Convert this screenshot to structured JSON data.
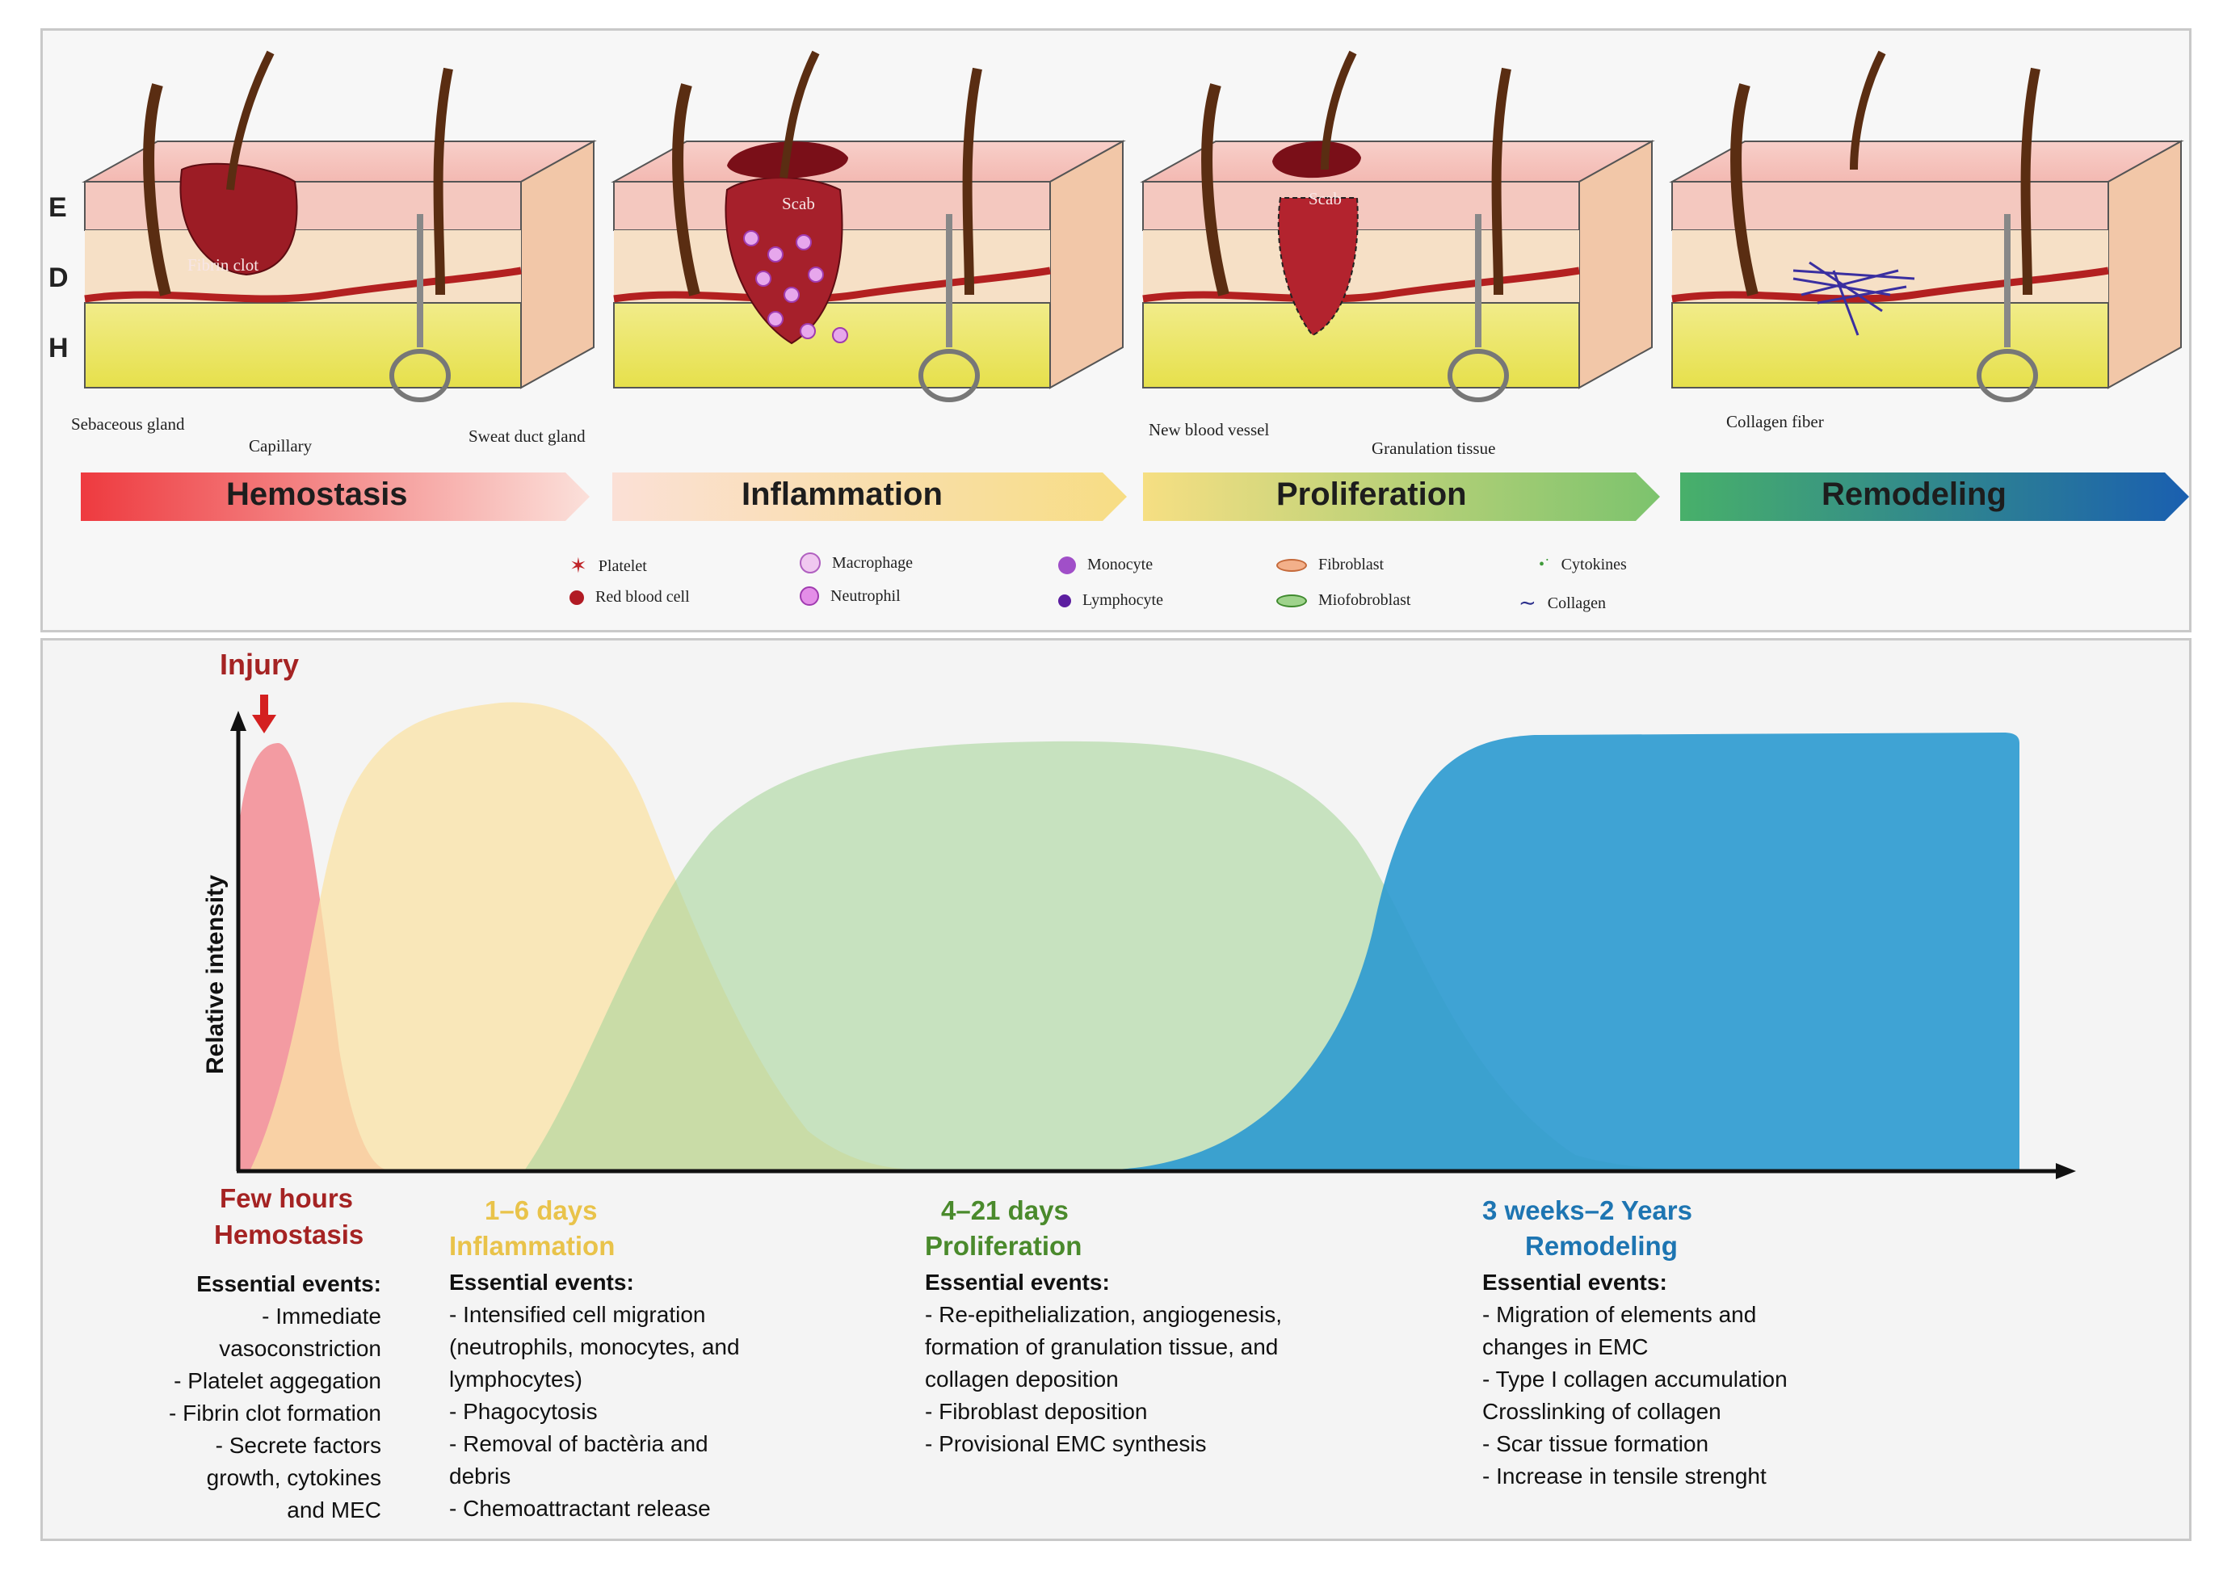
{
  "colors": {
    "hemostasis": "#f28b93",
    "inflammation": "#fbe3a6",
    "proliferation": "#a8d59b",
    "remodeling": "#2f9bd0",
    "injury": "#c0262a",
    "title_hemostasis": "#a52323",
    "title_inflammation": "#e9c34a",
    "title_proliferation": "#4a8a2c",
    "title_remodeling": "#1d75b2"
  },
  "top": {
    "layers": [
      "E",
      "D",
      "H"
    ],
    "scab_labels": [
      "Fibrin clot",
      "Scab",
      "Scab"
    ],
    "structure_labels": {
      "sebaceous": "Sebaceous gland",
      "capillary": "Capillary",
      "sweat": "Sweat duct gland",
      "new_vessel": "New blood vessel",
      "granulation": "Granulation tissue",
      "collagen_fiber": "Collagen fiber"
    },
    "phase_arrows": [
      "Hemostasis",
      "Inflammation",
      "Proliferation",
      "Remodeling"
    ]
  },
  "legend": [
    {
      "label": "Platelet",
      "icon": "platelet-icon"
    },
    {
      "label": "Red blood cell",
      "icon": "red-blood-cell-icon"
    },
    {
      "label": "Macrophage",
      "icon": "macrophage-icon"
    },
    {
      "label": "Neutrophil",
      "icon": "neutrophil-icon"
    },
    {
      "label": "Monocyte",
      "icon": "monocyte-icon"
    },
    {
      "label": "Lymphocyte",
      "icon": "lymphocyte-icon"
    },
    {
      "label": "Fibroblast",
      "icon": "fibroblast-icon"
    },
    {
      "label": "Miofobroblast",
      "icon": "myofibroblast-icon"
    },
    {
      "label": "Cytokines",
      "icon": "cytokines-icon"
    },
    {
      "label": "Collagen",
      "icon": "collagen-icon"
    }
  ],
  "graph": {
    "injury_label": "Injury",
    "y_label": "Relative intensity"
  },
  "phases": [
    {
      "time": "Few hours",
      "name": "Hemostasis",
      "events_title": "Essential events:",
      "events": [
        "- Immediate",
        "vasoconstriction",
        "- Platelet aggegation",
        "- Fibrin clot formation",
        "- Secrete factors",
        "growth, cytokines",
        "and MEC"
      ]
    },
    {
      "time": "1–6 days",
      "name": "Inflammation",
      "events_title": "Essential events:",
      "events": [
        "- Intensified cell migration",
        "(neutrophils, monocytes, and",
        "lymphocytes)",
        "- Phagocytosis",
        "- Removal of bactèria and",
        "debris",
        "- Chemoattractant release"
      ]
    },
    {
      "time": "4–21 days",
      "name": "Proliferation",
      "events_title": "Essential events:",
      "events": [
        "- Re-epithelialization, angiogenesis,",
        "formation of granulation tissue, and",
        "collagen deposition",
        "- Fibroblast deposition",
        "- Provisional EMC synthesis"
      ]
    },
    {
      "time": "3 weeks–2 Years",
      "name": "Remodeling",
      "events_title": "Essential events:",
      "events": [
        "- Migration of elements and",
        "changes in EMC",
        "- Type I collagen accumulation",
        "Crosslinking of collagen",
        "- Scar tissue formation",
        "- Increase in tensile strenght"
      ]
    }
  ]
}
